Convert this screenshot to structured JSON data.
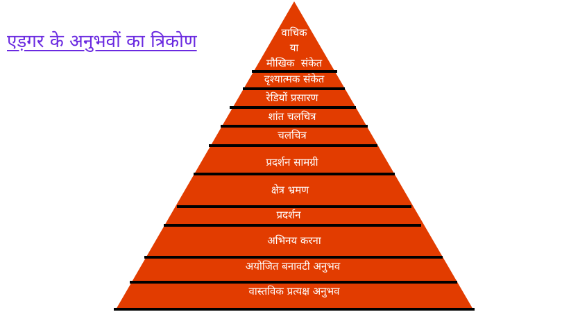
{
  "title": "एड़गर के अनुभवों का त्रिकोण",
  "colors": {
    "pyramid": "#e23c00",
    "divider": "#000000",
    "label": "#ffffff",
    "title": "#6a2ae0"
  },
  "levels": [
    {
      "lines": [
        "वाचिक",
        "या",
        "मौखिक  संकेत"
      ]
    },
    {
      "label": "दृश्यात्मक संकेत"
    },
    {
      "label": "रेडियों प्रसारण"
    },
    {
      "label": "शांत चलचित्र"
    },
    {
      "label": "चलचित्र"
    },
    {
      "label": "प्रदर्शन सामग्री"
    },
    {
      "label": "क्षेत्र भ्रमण"
    },
    {
      "label": "प्रदर्शन"
    },
    {
      "label": "अभिनय करना"
    },
    {
      "label": "अयोजित बनावटी अनुभव"
    },
    {
      "label": "वास्तविक प्रत्यक्ष अनुभव"
    }
  ]
}
